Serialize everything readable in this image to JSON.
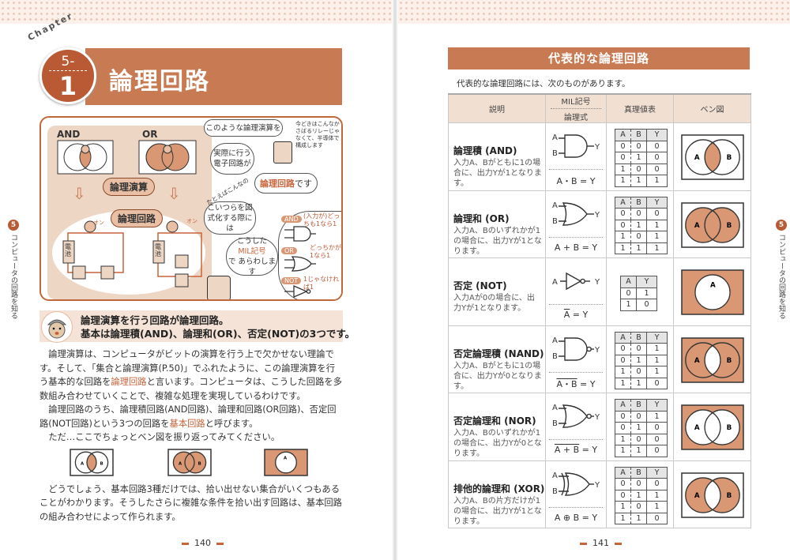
{
  "left_page": {
    "chapter_word": "Chapter",
    "chapter_major": "5-",
    "chapter_minor": "1",
    "title": "論理回路",
    "side_tab": {
      "num": "5",
      "label": "コンピュータの回路を知る"
    },
    "illustration": {
      "and_label": "AND",
      "or_label": "OR",
      "logic_op": "論理演算",
      "logic_circuit": "論理回路",
      "on": "オン",
      "battery": "電池",
      "bubble1": "このような論理演算を",
      "bubble2": "実際に行う電子回路が",
      "bubble3_hl": "論理回路",
      "bubble3": "です",
      "aside": "たとえばこんなの",
      "robot_note": "今どきはこんなかさばるリレーじゃなくて、半導体で構成します",
      "bubble4": "こいつらを図式化する際には",
      "bubble5a": "こうした",
      "bubble5_hl": "MIL記号",
      "bubble5b": "で あらわします",
      "gate_and": "AND",
      "gate_or": "OR",
      "gate_not": "NOT",
      "note_and": "(入力が)どっちも1なら1",
      "note_or": "どっちかが1なら1",
      "note_not": "1じゃなければ1"
    },
    "summary": {
      "line1": "論理演算を行う回路が論理回路。",
      "line2": "基本は論理積(AND)、論理和(OR)、否定(NOT)の3つです。"
    },
    "para1_a": "論理演算は、コンピュータがビットの演算を行う上で欠かせない理論です。そして、「集合と論理演算(P.50)」でふれたように、この論理演算を行う基本的な回路を",
    "para1_hl": "論理回路",
    "para1_b": "と言います。コンピュータは、こうした回路を多数組み合わせていくことで、複雑な処理を実現しているわけです。",
    "para2_a": "論理回路のうち、論理積回路(AND回路)、論理和回路(OR回路)、否定回路(NOT回路)という3つの回路を",
    "para2_hl": "基本回路",
    "para2_b": "と呼びます。",
    "para3": "ただ…ここでちょっとベン図を振り返ってみてください。",
    "venns": [
      {
        "type": "and",
        "a": "A",
        "b": "B"
      },
      {
        "type": "or",
        "a": "A",
        "b": "B"
      },
      {
        "type": "not",
        "a": "A",
        "b": ""
      }
    ],
    "para4": "どうでしょう、基本回路3種だけでは、拾い出せない集合がいくつもあることがわかります。そうしたさらに複雑な条件を拾い出す回路は、基本回路の組み合わせによって作られます。",
    "page_number": "140"
  },
  "right_page": {
    "section_title": "代表的な論理回路",
    "intro": "代表的な論理回路には、次のものがあります。",
    "side_tab": {
      "num": "5",
      "label": "コンピュータの回路を知る"
    },
    "table": {
      "headers": {
        "desc": "説明",
        "mil": "MIL記号",
        "formula": "論理式",
        "truth": "真理値表",
        "venn": "ベン図"
      },
      "rows": [
        {
          "title": "論理積 (AND)",
          "desc": "入力A、Bがともに1の場合に、出力Yが1となります。",
          "gate": "and",
          "formula_over": "",
          "formula_rest": "A・B = Y",
          "truth_header": [
            "A",
            "B",
            "Y"
          ],
          "truth": [
            [
              "0",
              "0",
              "0"
            ],
            [
              "0",
              "1",
              "0"
            ],
            [
              "1",
              "0",
              "0"
            ],
            [
              "1",
              "1",
              "1"
            ]
          ],
          "venn": "and"
        },
        {
          "title": "論理和 (OR)",
          "desc": "入力A、Bのいずれかが1の場合に、出力Yが1となります。",
          "gate": "or",
          "formula_over": "",
          "formula_rest": "A + B = Y",
          "truth_header": [
            "A",
            "B",
            "Y"
          ],
          "truth": [
            [
              "0",
              "0",
              "0"
            ],
            [
              "0",
              "1",
              "1"
            ],
            [
              "1",
              "0",
              "1"
            ],
            [
              "1",
              "1",
              "1"
            ]
          ],
          "venn": "or"
        },
        {
          "title": "否定 (NOT)",
          "desc": "入力Aが0の場合に、出力Yが1となります。",
          "gate": "not",
          "formula_over": "A",
          "formula_rest": " = Y",
          "truth_header": [
            "A",
            "Y"
          ],
          "truth": [
            [
              "0",
              "1"
            ],
            [
              "1",
              "0"
            ]
          ],
          "venn": "not"
        },
        {
          "title": "否定論理積 (NAND)",
          "desc": "入力A、Bがともに1の場合に、出力Yが0となります。",
          "gate": "nand",
          "formula_over": "A・B",
          "formula_rest": " = Y",
          "truth_header": [
            "A",
            "B",
            "Y"
          ],
          "truth": [
            [
              "0",
              "0",
              "1"
            ],
            [
              "0",
              "1",
              "1"
            ],
            [
              "1",
              "0",
              "1"
            ],
            [
              "1",
              "1",
              "0"
            ]
          ],
          "venn": "nand"
        },
        {
          "title": "否定論理和 (NOR)",
          "desc": "入力A、Bのいずれかが1の場合に、出力Yが0となります。",
          "gate": "nor",
          "formula_over": "A + B",
          "formula_rest": " = Y",
          "truth_header": [
            "A",
            "B",
            "Y"
          ],
          "truth": [
            [
              "0",
              "0",
              "1"
            ],
            [
              "0",
              "1",
              "0"
            ],
            [
              "1",
              "0",
              "0"
            ],
            [
              "1",
              "1",
              "0"
            ]
          ],
          "venn": "nor"
        },
        {
          "title": "排他的論理和 (XOR)",
          "desc": "入力A、Bの片方だけが1の場合に、出力Yが1となります。",
          "gate": "xor",
          "formula_over": "",
          "formula_rest": "A ⊕ B = Y",
          "truth_header": [
            "A",
            "B",
            "Y"
          ],
          "truth": [
            [
              "0",
              "0",
              "0"
            ],
            [
              "0",
              "1",
              "1"
            ],
            [
              "1",
              "0",
              "1"
            ],
            [
              "1",
              "1",
              "0"
            ]
          ],
          "venn": "xor"
        }
      ],
      "gate_labels": {
        "a": "A",
        "b": "B",
        "y": "Y"
      },
      "venn_labels": {
        "a": "A",
        "b": "B"
      }
    },
    "page_number": "141"
  },
  "colors": {
    "accent": "#c87a52",
    "accent_dark": "#b95a34",
    "fill": "#d99873",
    "beige": "#f4e3d6"
  }
}
